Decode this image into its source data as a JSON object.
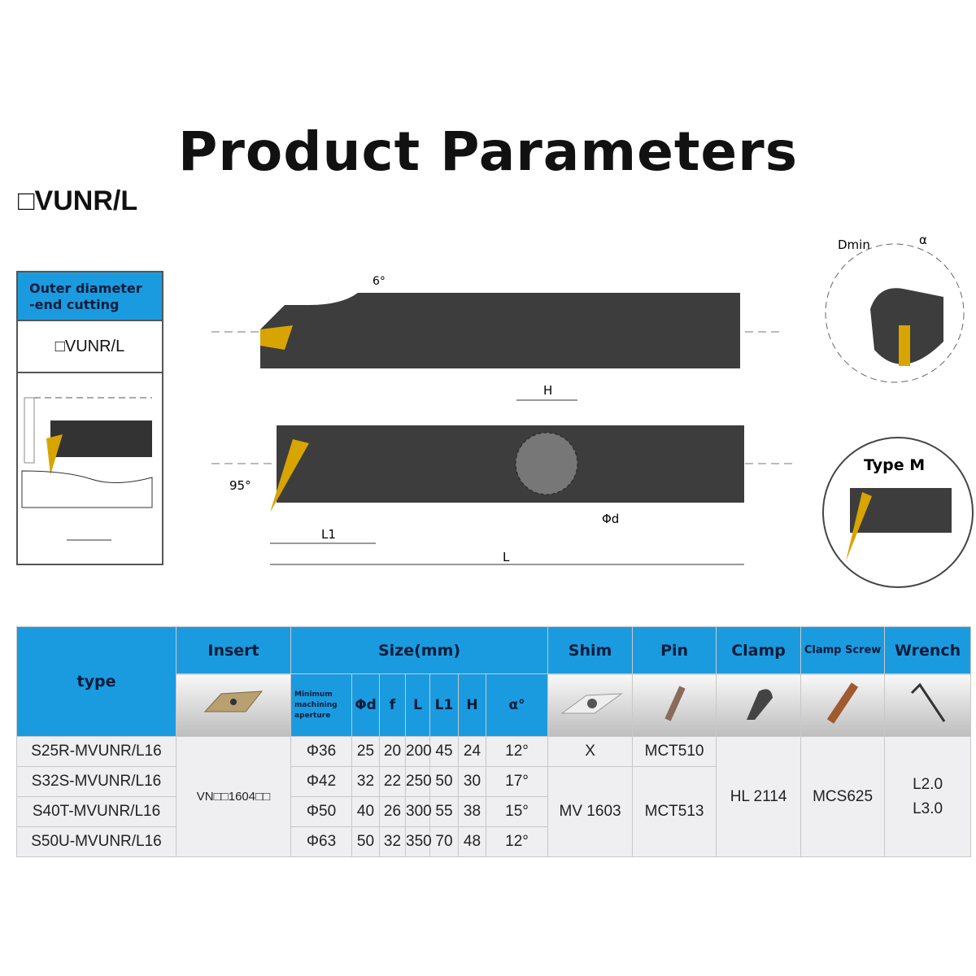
{
  "title": "Product Parameters",
  "model": "□VUNR/L",
  "sidebox": {
    "heading": "Outer diameter -end cutting",
    "model": "□VUNR/L"
  },
  "diagram": {
    "angle_top": "6°",
    "H": "H",
    "angle": "95°",
    "L1": "L1",
    "L": "L",
    "phi_d": "Φd",
    "Dmin": "Dmin",
    "alpha": "α",
    "type_m": "Type M"
  },
  "table": {
    "headers": {
      "type": "type",
      "insert": "Insert",
      "size": "Size(mm)",
      "shim": "Shim",
      "pin": "Pin",
      "clamp": "Clamp",
      "clamp_screw": "Clamp Screw",
      "wrench": "Wrench"
    },
    "size_cols": {
      "min": "Minimum machining aperture",
      "d": "Φd",
      "f": "f",
      "L": "L",
      "L1": "L1",
      "H": "H",
      "alpha": "α°"
    },
    "insert": "VN□□1604□□",
    "rows": [
      {
        "type": "S25R-MVUNR/L16",
        "min": "Φ36",
        "d": "25",
        "f": "20",
        "L": "200",
        "L1": "45",
        "H": "24",
        "alpha": "12°"
      },
      {
        "type": "S32S-MVUNR/L16",
        "min": "Φ42",
        "d": "32",
        "f": "22",
        "L": "250",
        "L1": "50",
        "H": "30",
        "alpha": "17°"
      },
      {
        "type": "S40T-MVUNR/L16",
        "min": "Φ50",
        "d": "40",
        "f": "26",
        "L": "300",
        "L1": "55",
        "H": "38",
        "alpha": "15°"
      },
      {
        "type": "S50U-MVUNR/L16",
        "min": "Φ63",
        "d": "50",
        "f": "32",
        "L": "350",
        "L1": "70",
        "H": "48",
        "alpha": "12°"
      }
    ],
    "shim": [
      "X",
      "MV 1603"
    ],
    "pin": [
      "MCT510",
      "MCT513"
    ],
    "clamp": "HL 2114",
    "clamp_screw": "MCS625",
    "wrench": [
      "L2.0",
      "L3.0"
    ]
  }
}
